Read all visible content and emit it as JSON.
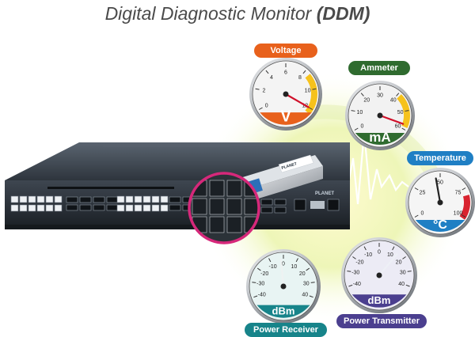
{
  "title": {
    "main": "Digital Diagnostic Monitor",
    "abbr": "(DDM)"
  },
  "switch": {
    "brand": "PLANET",
    "module_brand": "PLANET"
  },
  "gauges": {
    "voltage": {
      "label": "Voltage",
      "unit": "V",
      "ticks": [
        "0",
        "2",
        "4",
        "6",
        "8",
        "10",
        "12"
      ],
      "color": "#e8611c"
    },
    "ammeter": {
      "label": "Ammeter",
      "unit": "mA",
      "ticks": [
        "0",
        "10",
        "20",
        "30",
        "40",
        "50",
        "60"
      ],
      "color": "#2f6b2f"
    },
    "temperature": {
      "label": "Temperature",
      "unit": "°C",
      "ticks": [
        "0",
        "25",
        "50",
        "75",
        "100"
      ],
      "color": "#1f7fc4"
    },
    "receiver": {
      "label": "Power Receiver",
      "unit": "dBm",
      "ticks": [
        "-40",
        "-30",
        "-20",
        "-10",
        "0",
        "10",
        "20",
        "30",
        "40"
      ],
      "color": "#17848a"
    },
    "transmitter": {
      "label": "Power Transmitter",
      "unit": "dBm",
      "ticks": [
        "-40",
        "-30",
        "-20",
        "-10",
        "0",
        "10",
        "20",
        "30",
        "40"
      ],
      "color": "#4b3f8f"
    }
  }
}
